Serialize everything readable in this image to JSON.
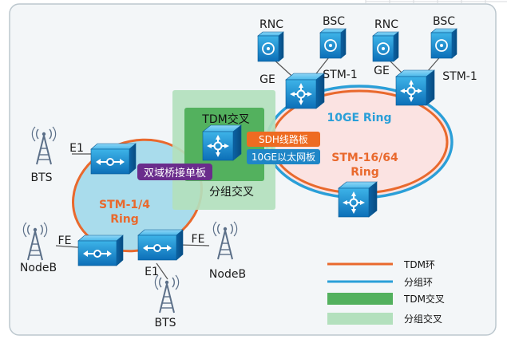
{
  "colors": {
    "panel_bg": "#f3f6f8",
    "panel_border": "#bcc7ce",
    "tdm_ring": "#e9692d",
    "packet_ring": "#2a9fd8",
    "stm14_fill": "#a9dcec",
    "stm1664_fill": "#fbe3e2",
    "tdm_cross": "#53b15e",
    "packet_cross": "#b3e0bd",
    "sdh_board": "#ee6b22",
    "ge_board": "#1f86c7",
    "bridge_board": "#6a2c8c",
    "ring_label_orange": "#e9692d",
    "ring_label_blue": "#2a9fd8"
  },
  "nodes": {
    "rnc_left": "RNC",
    "bsc_left": "BSC",
    "rnc_right": "RNC",
    "bsc_right": "BSC",
    "ge_left": "GE",
    "stm1_left": "STM-1",
    "ge_right": "GE",
    "stm1_right": "STM-1",
    "bts_left": "BTS",
    "e1_left": "E1",
    "nodeb_left": "NodeB",
    "fe_left": "FE",
    "e1_bottom": "E1",
    "fe_right": "FE",
    "nodeb_right": "NodeB",
    "bts_bottom": "BTS"
  },
  "rings": {
    "ge10_ring": "10GE  Ring",
    "stm1664_line1": "STM-16/64",
    "stm1664_line2": "Ring",
    "stm14_line1": "STM-1/4",
    "stm14_line2": "Ring"
  },
  "core": {
    "tdm_cross_title": "TDM交叉",
    "sdh_board": "SDH线路板",
    "ge_board": "10GE以太网板",
    "bridge_board": "双域桥接单板",
    "packet_cross_title": "分组交叉"
  },
  "legend": {
    "tdm_ring": "TDM环",
    "packet_ring": "分组环",
    "tdm_cross": "TDM交叉",
    "packet_cross": "分组交叉"
  }
}
